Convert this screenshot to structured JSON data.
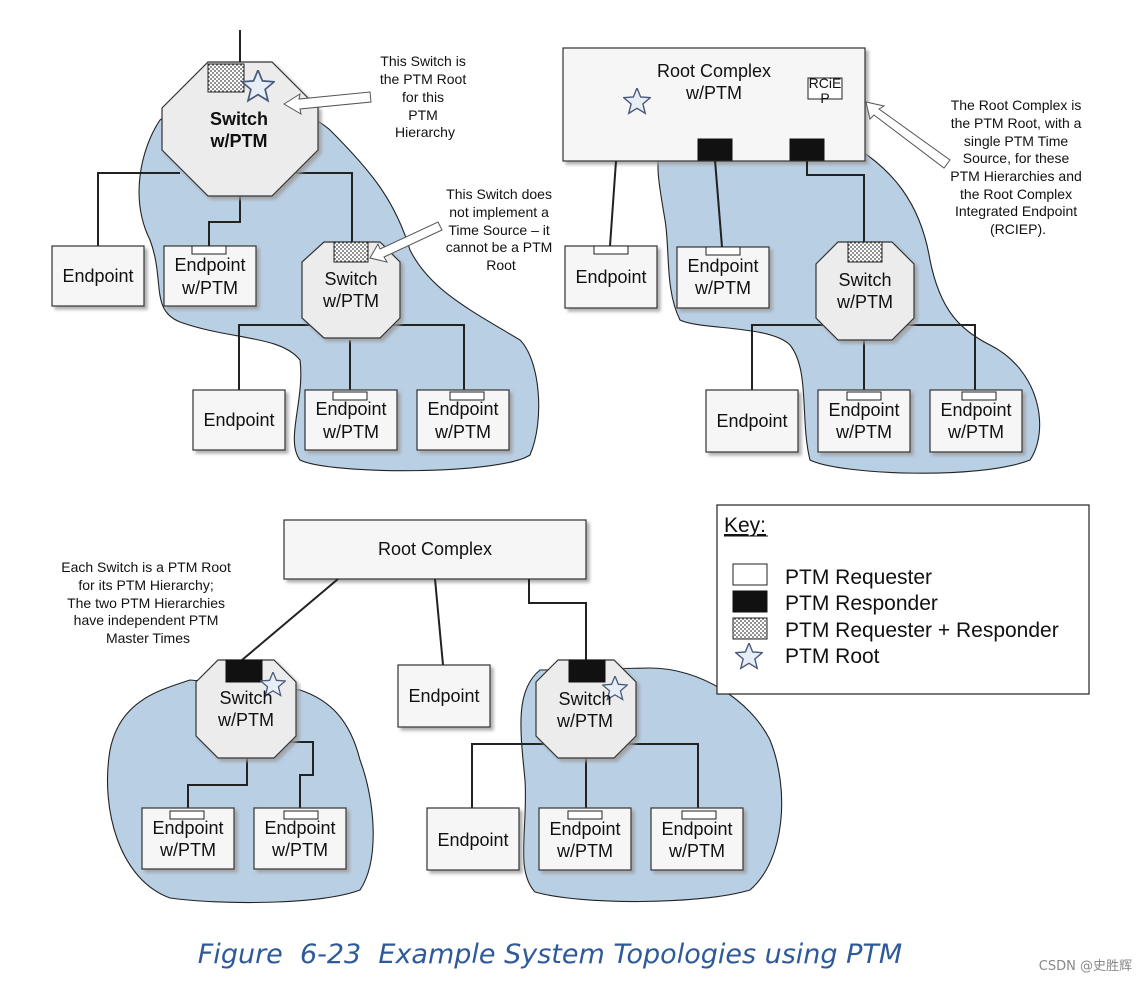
{
  "callouts": {
    "switch_root": [
      "This Switch is",
      "the PTM Root",
      "for this",
      "PTM",
      "Hierarchy"
    ],
    "no_time_source": [
      "This Switch does",
      "not implement a",
      "Time Source – it",
      "cannot be a PTM",
      "Root"
    ],
    "root_complex_root": [
      "The Root Complex is",
      "the PTM Root, with a",
      "single PTM Time",
      "Source, for these",
      "PTM Hierarchies and",
      "the Root Complex",
      "Integrated Endpoint",
      "(RCIEP)."
    ],
    "each_switch": [
      "Each Switch is a PTM Root",
      "for its PTM Hierarchy;",
      "The two PTM Hierarchies",
      "have independent PTM",
      "Master Times"
    ]
  },
  "labels": {
    "switch": "Switch",
    "w_ptm": "w/PTM",
    "endpoint": "Endpoint",
    "root_complex": "Root Complex",
    "rciep_line1": "RCiE",
    "rciep_line2": "P"
  },
  "key": {
    "title": "Key:",
    "items": [
      "PTM Requester",
      "PTM Responder",
      "PTM Requester + Responder",
      "PTM Root"
    ]
  },
  "caption": "Figure  6-23  Example System Topologies using PTM",
  "watermark": "CSDN @史胜辉",
  "colors": {
    "hierarchy_fill": "#b9cfe4",
    "caption": "#2e5a9a",
    "responder": "#111111"
  }
}
